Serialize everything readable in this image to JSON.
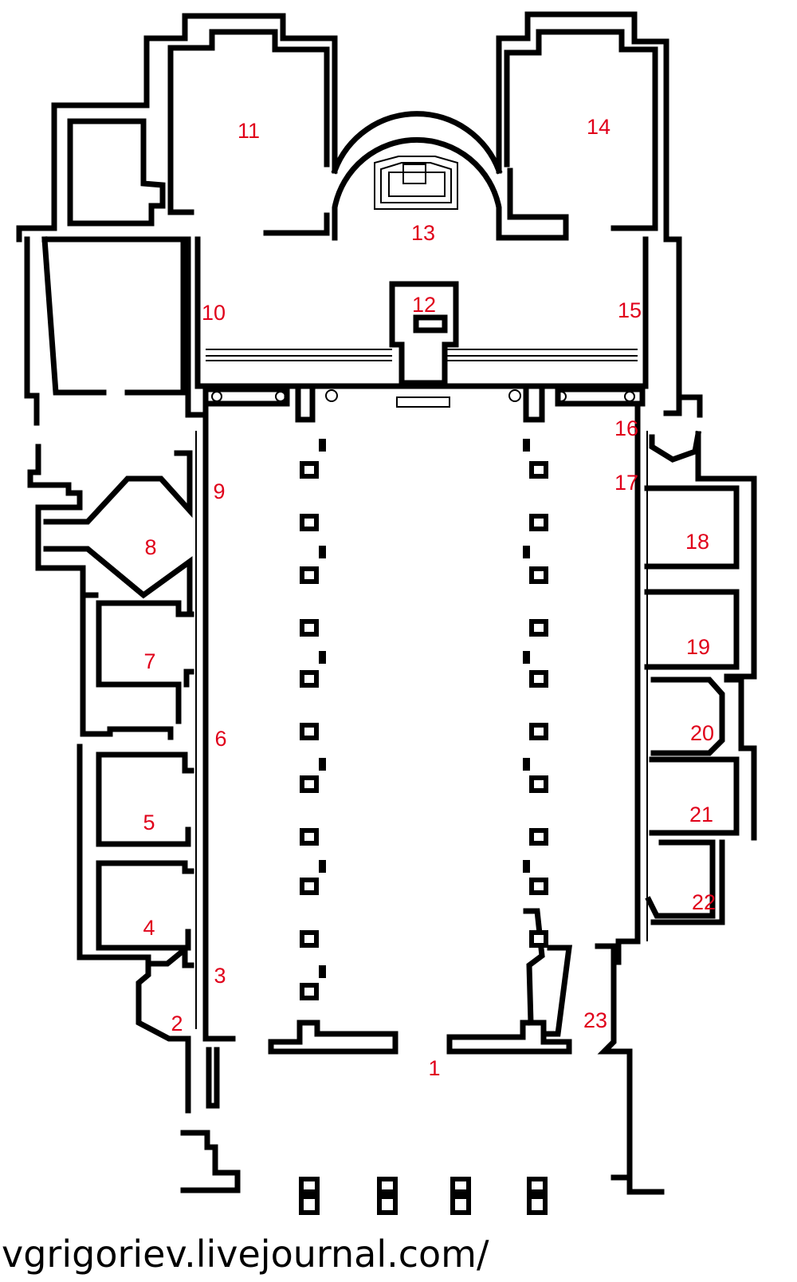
{
  "diagram": {
    "label_color": "#e0001a",
    "wall_color": "#000000",
    "labels": [
      {
        "id": "1",
        "text": "1"
      },
      {
        "id": "2",
        "text": "2"
      },
      {
        "id": "3",
        "text": "3"
      },
      {
        "id": "4",
        "text": "4"
      },
      {
        "id": "5",
        "text": "5"
      },
      {
        "id": "6",
        "text": "6"
      },
      {
        "id": "7",
        "text": "7"
      },
      {
        "id": "8",
        "text": "8"
      },
      {
        "id": "9",
        "text": "9"
      },
      {
        "id": "10",
        "text": "10"
      },
      {
        "id": "11",
        "text": "11"
      },
      {
        "id": "12",
        "text": "12"
      },
      {
        "id": "13",
        "text": "13"
      },
      {
        "id": "14",
        "text": "14"
      },
      {
        "id": "15",
        "text": "15"
      },
      {
        "id": "16",
        "text": "16"
      },
      {
        "id": "17",
        "text": "17"
      },
      {
        "id": "18",
        "text": "18"
      },
      {
        "id": "19",
        "text": "19"
      },
      {
        "id": "20",
        "text": "20"
      },
      {
        "id": "21",
        "text": "21"
      },
      {
        "id": "22",
        "text": "22"
      },
      {
        "id": "23",
        "text": "23"
      }
    ]
  },
  "watermark": "vgrigoriev.livejournal.com/"
}
